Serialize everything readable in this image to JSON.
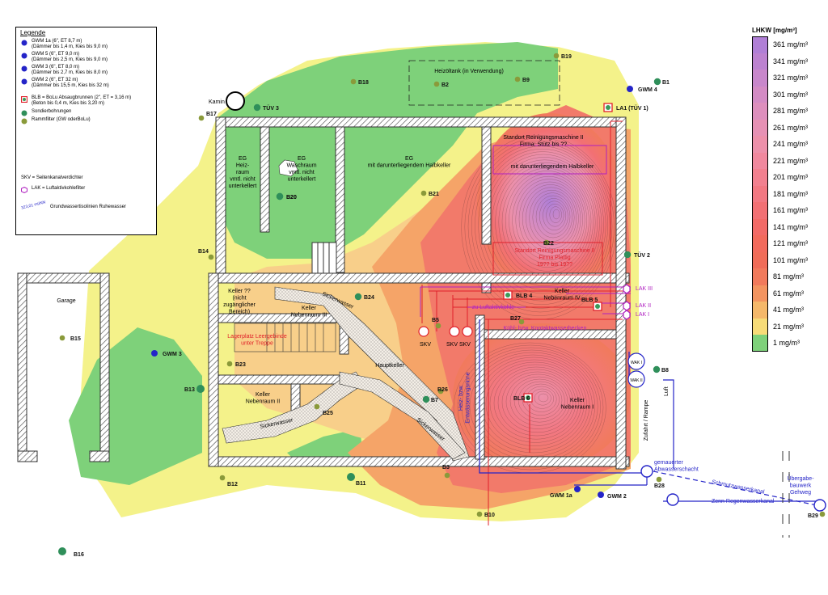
{
  "legend": {
    "title": "Legende",
    "gwm": [
      {
        "label": "GWM 1a (6\", ET 8,7 m)",
        "sub": "(Dämmer bis 1,4 m, Kies bis 9,0 m)"
      },
      {
        "label": "GWM 5 (6\", ET 9,0 m)",
        "sub": "(Dämmer bis 2,5 m, Kies bis 9,0 m)"
      },
      {
        "label": "GWM 3 (6\", ET 8,0 m)",
        "sub": "(Dämmer bis 2,7 m, Kies bis 8,0 m)"
      },
      {
        "label": "GWM 2 (6\", ET 32 m)",
        "sub": "(Dämmer bis 15,5 m, Kies bis 32 m)"
      }
    ],
    "blb": {
      "label": "BLB = BoLu Absaugbrunnen (2\", ET = 3,16 m)",
      "sub": "(Beton bis 0,4 m, Kies bis 3,20 m)"
    },
    "sondier": "Sondierbohrungen",
    "ramm": "Rammfilter (GW oderBoLu)",
    "skv": "SKV = Seitenkanalverdichter",
    "lak": "LAK = Luftaktivkohlefilter",
    "gw_value": "323,01 müNN",
    "gw_text": "Grundwassertisolinien Ruhewasser"
  },
  "scale": {
    "title": "LHKW [mg/m³]",
    "items": [
      {
        "label": "361 mg/m³",
        "color": "#b07fd6"
      },
      {
        "label": "341 mg/m³",
        "color": "#bc82d0"
      },
      {
        "label": "321 mg/m³",
        "color": "#c887cb"
      },
      {
        "label": "301 mg/m³",
        "color": "#d38bc4"
      },
      {
        "label": "281 mg/m³",
        "color": "#dd8fbd"
      },
      {
        "label": "261 mg/m³",
        "color": "#e691b4"
      },
      {
        "label": "241 mg/m³",
        "color": "#ec90aa"
      },
      {
        "label": "221 mg/m³",
        "color": "#f0889e"
      },
      {
        "label": "201 mg/m³",
        "color": "#f2808f"
      },
      {
        "label": "181 mg/m³",
        "color": "#f27882"
      },
      {
        "label": "161 mg/m³",
        "color": "#f27074"
      },
      {
        "label": "141 mg/m³",
        "color": "#f26a67"
      },
      {
        "label": "121 mg/m³",
        "color": "#f26a5c"
      },
      {
        "label": "101 mg/m³",
        "color": "#f06c58"
      },
      {
        "label": "81 mg/m³",
        "color": "#f17a5c"
      },
      {
        "label": "61 mg/m³",
        "color": "#f39460"
      },
      {
        "label": "41 mg/m³",
        "color": "#f5b86a"
      },
      {
        "label": "21 mg/m³",
        "color": "#f7dc78"
      },
      {
        "label": "1 mg/m³",
        "color": "#7ed17a"
      }
    ]
  },
  "colors": {
    "green": "#7ed17a",
    "yellow": "#f4f28a",
    "peach": "#f8cf8a",
    "orange": "#f5a468",
    "salmon": "#f27a6a",
    "pink": "#ef8fa8",
    "purple": "#c68ad8",
    "wall": "#555555",
    "blue": "#2424c8",
    "red": "#e0202a",
    "magenta": "#b020c0"
  },
  "rooms": {
    "eg_heiz": "EG\nHeiz-\nraum\nvmtl. nicht\nunterkellert",
    "eg_wasch": "EG\nWaschraum\nvmtl. nicht\nunterkellert",
    "eg_halb": "EG\nmit darunterliegendem Halbkeller",
    "halb2": "mit darunterliegendem Halbkeller",
    "heizoltank": "Heizöltank (in Verwendung)",
    "standort1": "Standort Reinigungsmaschine II\nFirma: Stütz bis ??",
    "standort2": "Standort Reinigungsmaschine II\nFirma      Plattig\n19?? bis 19??",
    "keller_unzug": "Keller ??\n(nicht\nzugänglicher\nBereich)",
    "keller3": "Keller\nNebenraum III",
    "lagerplatz": "Lagerplatz Leergebinde\nunter Treppe",
    "hauptkeller": "Hauptkeller",
    "keller2": "Keller\nNebenraum II",
    "keller1": "Keller\nNebenraum I",
    "keller4": "Keller\nNebenraum IV",
    "garage": "Garage",
    "kuhl": "Kühl- bzw. Kontaktwasserbecken",
    "zu_luft": "zu Luftaktivkohle",
    "zufahrt": "Zufahrt / Rampe",
    "heiz_ent": "Heiz- bzw.\nEntwässerungsrinne",
    "gem_schacht": "gemauerter\nAbwasserschacht",
    "schmutz": "Schmutzwasserkanal",
    "regen": "Zenn Regenwasserkanal",
    "uebergabe": "Übergabe-\nbauwerk\nGehweg",
    "sicker1": "Sickerwasser",
    "sicker2": "Sickerwasser",
    "sicker3": "Sickerwasser",
    "kamin": "Kamin",
    "luft": "Luft"
  },
  "points": [
    {
      "id": "B1",
      "kind": "sondier",
      "label": "B1"
    },
    {
      "id": "B2",
      "kind": "ramm",
      "label": "B2"
    },
    {
      "id": "B3",
      "kind": "ramm",
      "label": "B3"
    },
    {
      "id": "B5",
      "kind": "ramm",
      "label": "B5"
    },
    {
      "id": "B7",
      "kind": "sondier",
      "label": "B7"
    },
    {
      "id": "B8",
      "kind": "sondier",
      "label": "B8"
    },
    {
      "id": "B9",
      "kind": "ramm",
      "label": "B9"
    },
    {
      "id": "B10",
      "kind": "ramm",
      "label": "B10"
    },
    {
      "id": "B11",
      "kind": "sondier",
      "label": "B11"
    },
    {
      "id": "B12",
      "kind": "ramm",
      "label": "B12"
    },
    {
      "id": "B13",
      "kind": "sondier",
      "label": "B13"
    },
    {
      "id": "B14",
      "kind": "ramm",
      "label": "B14"
    },
    {
      "id": "B15",
      "kind": "ramm",
      "label": "B15"
    },
    {
      "id": "B16",
      "kind": "sondier",
      "label": "B16"
    },
    {
      "id": "B17",
      "kind": "ramm",
      "label": "B17"
    },
    {
      "id": "B18",
      "kind": "ramm",
      "label": "B18"
    },
    {
      "id": "B19",
      "kind": "ramm",
      "label": "B19"
    },
    {
      "id": "B20",
      "kind": "sondier",
      "label": "B20"
    },
    {
      "id": "B21",
      "kind": "ramm",
      "label": "B21"
    },
    {
      "id": "B22",
      "kind": "ramm",
      "label": "B22"
    },
    {
      "id": "B23",
      "kind": "ramm",
      "label": "B23"
    },
    {
      "id": "B24",
      "kind": "sondier",
      "label": "B24"
    },
    {
      "id": "B25",
      "kind": "ramm",
      "label": "B25"
    },
    {
      "id": "B26",
      "kind": "ramm",
      "label": "B26"
    },
    {
      "id": "B27",
      "kind": "ramm",
      "label": "B27"
    },
    {
      "id": "B28",
      "kind": "ramm",
      "label": "B28"
    },
    {
      "id": "B29",
      "kind": "ramm",
      "label": "B29"
    },
    {
      "id": "B20b",
      "kind": "sondier",
      "label": "B20"
    },
    {
      "id": "TUV3",
      "kind": "sondier",
      "label": "TÜV 3"
    },
    {
      "id": "TUV2",
      "kind": "sondier",
      "label": "TÜV 2"
    },
    {
      "id": "GWM4",
      "kind": "gwm",
      "label": "GWM 4"
    },
    {
      "id": "GWM3",
      "kind": "gwm",
      "label": "GWM 3"
    },
    {
      "id": "GWM1a",
      "kind": "gwm",
      "label": "GWM 1a"
    },
    {
      "id": "GWM2",
      "kind": "gwm",
      "label": "GWM 2"
    },
    {
      "id": "LA1",
      "kind": "blb",
      "label": "LA1 (TÜV 1)"
    },
    {
      "id": "BLB4",
      "kind": "blb",
      "label": "BLB 4"
    },
    {
      "id": "BLB5",
      "kind": "blb",
      "label": "BLB 5"
    },
    {
      "id": "BLB6",
      "kind": "blb",
      "label": "BLB 6"
    }
  ],
  "equipment": {
    "skv": "SKV",
    "skv2": "SKV SKV",
    "lak3": "LAK III",
    "lak2": "LAK II",
    "lak1": "LAK I",
    "wak1": "WAK I",
    "wak2": "WAK II"
  }
}
